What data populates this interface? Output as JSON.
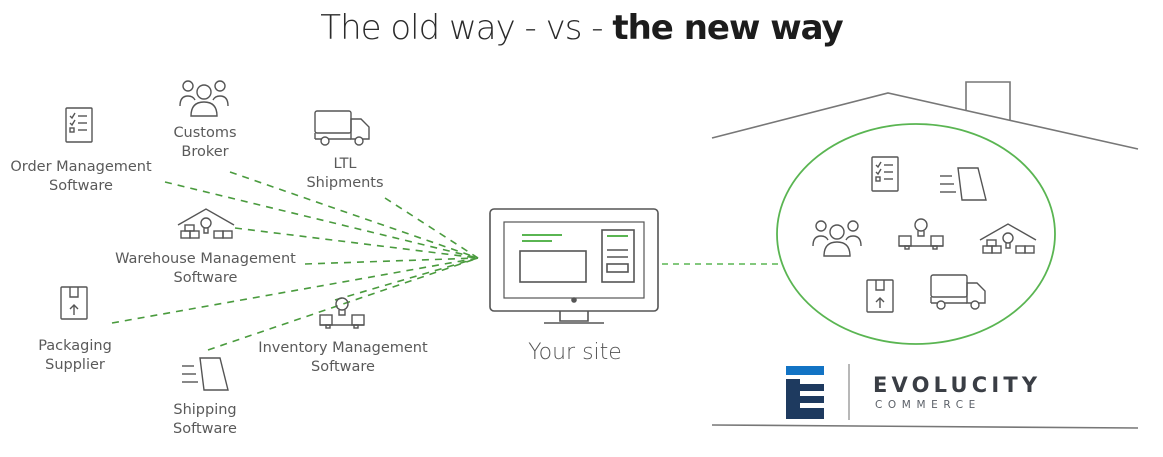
{
  "title": {
    "part1": "The old way - vs - ",
    "part2": "the new way"
  },
  "old_way": {
    "nodes": [
      {
        "id": "order-management",
        "label": "Order Management\nSoftware",
        "icon": "checklist-icon"
      },
      {
        "id": "customs-broker",
        "label": "Customs\nBroker",
        "icon": "people-icon"
      },
      {
        "id": "ltl-shipments",
        "label": "LTL\nShipments",
        "icon": "truck-icon"
      },
      {
        "id": "warehouse-management",
        "label": "Warehouse Management\nSoftware",
        "icon": "warehouse-icon"
      },
      {
        "id": "packaging-supplier",
        "label": "Packaging\nSupplier",
        "icon": "box-icon"
      },
      {
        "id": "inventory-management",
        "label": "Inventory Management\nSoftware",
        "icon": "inventory-icon"
      },
      {
        "id": "shipping-software",
        "label": "Shipping\nSoftware",
        "icon": "shipping-label-icon"
      }
    ],
    "center_label": "Your site"
  },
  "new_way": {
    "icons": [
      "checklist-icon",
      "shipping-label-icon",
      "people-icon",
      "inventory-icon",
      "warehouse-icon",
      "box-icon",
      "truck-icon"
    ]
  },
  "brand": {
    "name": "EVOLUCITY",
    "sub": "COMMERCE",
    "colors": {
      "blue": "#1273c4",
      "navy": "#1e3a5f",
      "green_line": "#5ab552",
      "house_line": "#7a7a7a"
    }
  }
}
